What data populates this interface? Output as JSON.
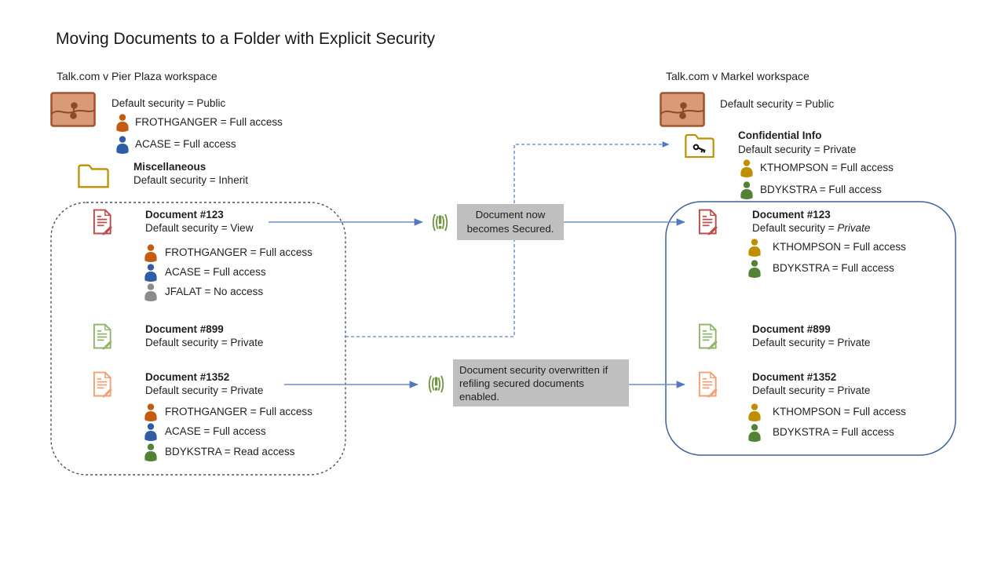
{
  "title": "Moving Documents to a Folder with Explicit Security",
  "left_workspace": {
    "label": "Talk.com v Pier Plaza workspace",
    "security": "Default security = Public",
    "users": [
      {
        "label": "FROTHGANGER = Full access",
        "icon_color": "#C55A11"
      },
      {
        "label": "ACASE = Full access",
        "icon_color": "#2E5DA6"
      }
    ],
    "folder": {
      "name": "Miscellaneous",
      "security": "Default security = Inherit"
    }
  },
  "left_panel": {
    "documents": [
      {
        "name": "Document #123",
        "security": "Default security = View",
        "users": [
          {
            "label": "FROTHGANGER = Full access",
            "icon_color": "#C55A11"
          },
          {
            "label": "ACASE = Full access",
            "icon_color": "#2E5DA6"
          },
          {
            "label": "JFALAT = No access",
            "icon_color": "#8C8C8C"
          }
        ]
      },
      {
        "name": "Document #899",
        "security": "Default security = Private",
        "users": []
      },
      {
        "name": "Document #1352",
        "security": "Default security = Private",
        "users": [
          {
            "label": "FROTHGANGER = Full access",
            "icon_color": "#C55A11"
          },
          {
            "label": "ACASE = Full access",
            "icon_color": "#2E5DA6"
          },
          {
            "label": "BDYKSTRA = Read access",
            "icon_color": "#548235"
          }
        ]
      }
    ]
  },
  "callouts": [
    {
      "text": "Document now becomes Secured."
    },
    {
      "text": "Document security overwritten if refiling secured documents enabled."
    }
  ],
  "right_workspace": {
    "label": "Talk.com v Markel workspace",
    "security": "Default security = Public",
    "folder": {
      "name": "Confidential Info",
      "security": "Default security = Private",
      "users": [
        {
          "label": "KTHOMPSON = Full access",
          "icon_color": "#BF8F00"
        },
        {
          "label": "BDYKSTRA = Full access",
          "icon_color": "#548235"
        }
      ]
    }
  },
  "right_panel": {
    "documents": [
      {
        "name": "Document #123",
        "security_prefix": "Default security = ",
        "security_value": "Private",
        "users": [
          {
            "label": "KTHOMPSON = Full access",
            "icon_color": "#BF8F00"
          },
          {
            "label": "BDYKSTRA = Full access",
            "icon_color": "#548235"
          }
        ]
      },
      {
        "name": "Document #899",
        "security": "Default security = Private",
        "users": []
      },
      {
        "name": "Document #1352",
        "security": "Default security = Private",
        "users": [
          {
            "label": "KTHOMPSON = Full access",
            "icon_color": "#BF8F00"
          },
          {
            "label": "BDYKSTRA = Full access",
            "icon_color": "#548235"
          }
        ]
      }
    ]
  },
  "colors": {
    "person_orange": "#C55A11",
    "person_blue": "#2E5DA6",
    "person_gray": "#8C8C8C",
    "person_gold": "#BF8F00",
    "person_green": "#548235",
    "doc_red": "#BE4B48",
    "doc_green": "#8FB56B",
    "doc_orange": "#F0A175",
    "folder_gold": "#BF9000",
    "workspace_fill": "#D99A78",
    "workspace_border": "#A5542E",
    "callout_bg": "#BFBFBF",
    "connector_blue": "#5B83C9",
    "left_group_border": "#44546A",
    "right_group_border": "#41619B",
    "alert_green": "#71953F"
  }
}
